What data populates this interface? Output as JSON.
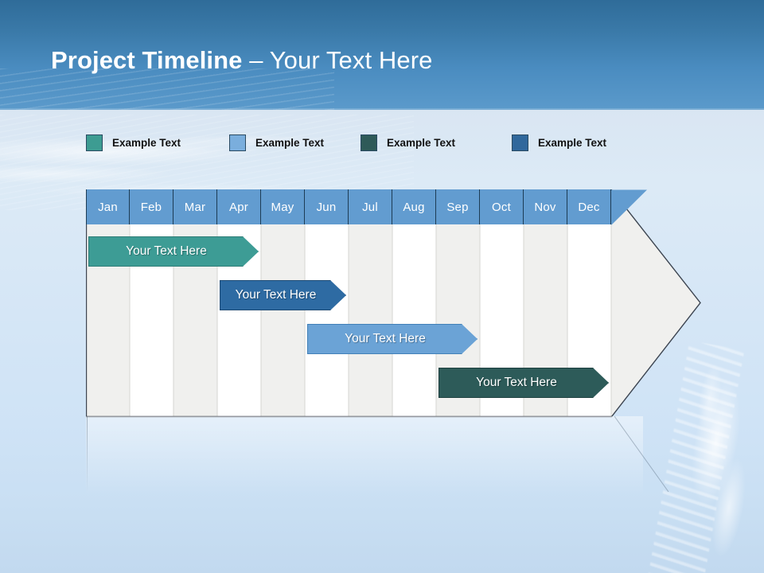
{
  "slide": {
    "title_strong": "Project Timeline",
    "title_separator": " – ",
    "title_light": "Your Text Here"
  },
  "legend": {
    "items": [
      {
        "label": "Example Text",
        "color": "#3d9c92"
      },
      {
        "label": "Example Text",
        "color": "#7aaedd"
      },
      {
        "label": "Example Text",
        "color": "#2e5a58"
      },
      {
        "label": "Example Text",
        "color": "#30689c"
      }
    ]
  },
  "chart_data": {
    "type": "bar",
    "title": "Project Timeline – Your Text Here",
    "xlabel": "",
    "ylabel": "",
    "categories": [
      "Jan",
      "Feb",
      "Mar",
      "Apr",
      "May",
      "Jun",
      "Jul",
      "Aug",
      "Sep",
      "Oct",
      "Nov",
      "Dec"
    ],
    "grid": true,
    "legend_position": "top",
    "tasks": [
      {
        "label": "Your  Text Here",
        "start_month": "Jan",
        "end_month": "Apr",
        "color": "#3d9c95",
        "border": "#2f7d77",
        "text_color": "#ffffff"
      },
      {
        "label": "Your  Text Here",
        "start_month": "Apr",
        "end_month": "Jun",
        "color": "#2e6ba3",
        "border": "#1d4a75",
        "text_color": "#ffffff"
      },
      {
        "label": "Your  Text Here",
        "start_month": "Jun",
        "end_month": "Sep",
        "color": "#6ba3d6",
        "border": "#4281b8",
        "text_color": "#ffffff"
      },
      {
        "label": "Your  Text Here",
        "start_month": "Sep",
        "end_month": "Dec",
        "color": "#2d5b59",
        "border": "#1e403f",
        "text_color": "#ffffff"
      }
    ],
    "header_color": "#629cd0",
    "header_text_color": "#ffffff",
    "band_colors": [
      "#f0f0ee",
      "#ffffff"
    ],
    "arrow_fill": "#f0f0ee",
    "arrow_stroke": "#3c4450"
  }
}
